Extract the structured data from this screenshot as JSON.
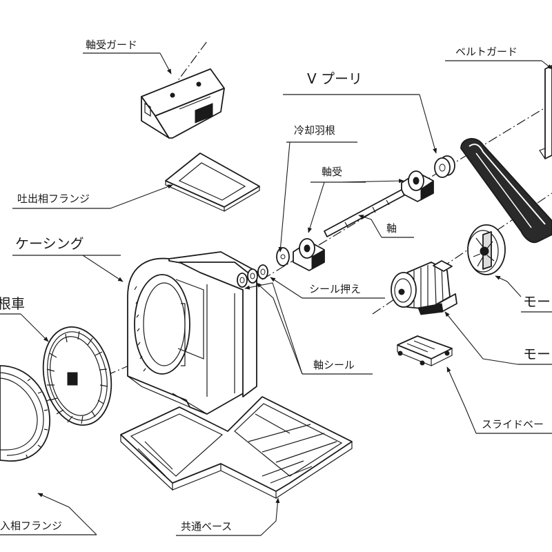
{
  "labels": {
    "bearing_guard": "軸受ガード",
    "belt_guard": "ベルトガード",
    "v_pulley": "V プーリ",
    "cooling_fan": "冷却羽根",
    "bearing": "軸受",
    "shaft": "軸",
    "outlet_flange": "吐出相フランジ",
    "casing": "ケーシング",
    "seal_retainer": "シール押え",
    "motor_pulley": "モー",
    "impeller": "根車",
    "shaft_seal": "軸シール",
    "motor": "モー",
    "slide_base": "スライドベー",
    "inlet_flange": "入相フランジ",
    "common_base": "共通ベース"
  }
}
